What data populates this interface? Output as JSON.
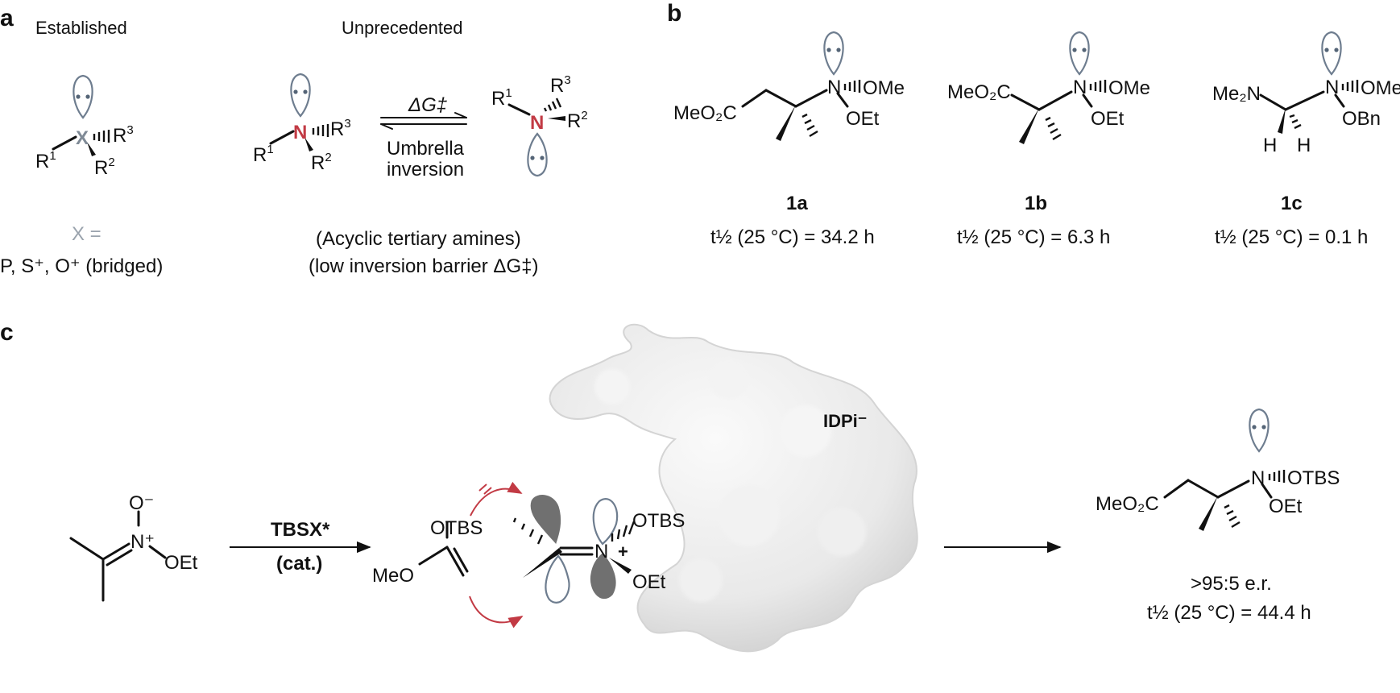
{
  "panels": {
    "a": "a",
    "b": "b",
    "c": "c"
  },
  "a": {
    "established": "Established",
    "unprecedented": "Unprecedented",
    "x_label": "X",
    "x_equals": "X =",
    "x_examples": "P,  S⁺, O⁺ (bridged)",
    "n_label": "N",
    "r1": "R",
    "r2": "R",
    "r3": "R",
    "sup1": "1",
    "sup2": "2",
    "sup3": "3",
    "dg": "ΔG‡",
    "umbrella_1": "Umbrella",
    "umbrella_2": "inversion",
    "caption_1": "(Acyclic tertiary amines)",
    "caption_2": "(low inversion barrier ΔG‡)"
  },
  "b": {
    "compounds": [
      {
        "id": "1a",
        "left": "MeO₂C",
        "n": "N",
        "top_sub": "OMe",
        "bottom_sub": "OEt",
        "t_half": "t½ (25 °C) = 34.2 h"
      },
      {
        "id": "1b",
        "left": "MeO₂C",
        "n": "N",
        "top_sub": "OMe",
        "bottom_sub": "OEt",
        "t_half": "t½ (25 °C) = 6.3 h"
      },
      {
        "id": "1c",
        "left": "Me₂N",
        "n": "N",
        "top_sub": "OMe",
        "bottom_sub": "OBn",
        "h1": "H",
        "h2": "H",
        "t_half": "t½ (25 °C) = 0.1 h"
      }
    ]
  },
  "c": {
    "oxide_o": "O⁻",
    "oxide_n": "N⁺",
    "oxide_oet": "OEt",
    "reagent": "TBSX*",
    "cat": "(cat.)",
    "enol_otbs": "OTBS",
    "enol_meo": "MeO",
    "ts_otbs": "OTBS",
    "ts_n": "N",
    "ts_plus": "+",
    "ts_oet": "OEt",
    "catalyst": "IDPi⁻",
    "prod_left": "MeO₂C",
    "prod_n": "N",
    "prod_otbs": "OTBS",
    "prod_oet": "OEt",
    "er": ">95:5 e.r.",
    "t_half": "t½ (25 °C) = 44.4 h"
  },
  "colors": {
    "nitrogen_red": "#c23a44",
    "lone_pair_outline": "#6e7d8f",
    "x_grey": "#7f8a96",
    "orbital_dark": "#707070",
    "surface": "#e6e6e6"
  }
}
